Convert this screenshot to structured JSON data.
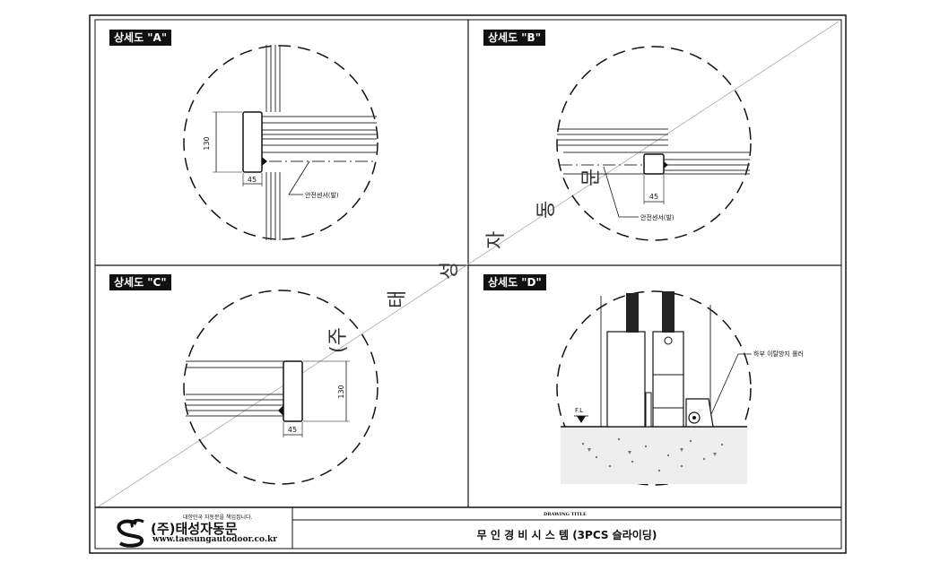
{
  "panels": [
    {
      "title": "상세도 \"A\"",
      "dim_height": "130",
      "dim_width": "45",
      "callout": "안전센서(발)"
    },
    {
      "title": "상세도 \"B\"",
      "dim_width": "45",
      "callout": "안전센서(발)"
    },
    {
      "title": "상세도 \"C\"",
      "dim_height": "130",
      "dim_width": "45"
    },
    {
      "title": "상세도 \"D\"",
      "callout": "하부 이탈방지 롤러",
      "floor_label": "F.L"
    }
  ],
  "watermark": [
    "(주",
    "태",
    "성",
    "자",
    "동",
    "문"
  ],
  "title_block": {
    "company_tagline": "대한민국 자동문을 책임집니다.",
    "company_name": "(주)태성자동문",
    "website": "www.taesungautodoor.co.kr",
    "drawing_title_label": "DRAWING TITLE",
    "drawing_title": "무 인 경 비 시 스 템 (3PCS 슬라이딩)"
  }
}
